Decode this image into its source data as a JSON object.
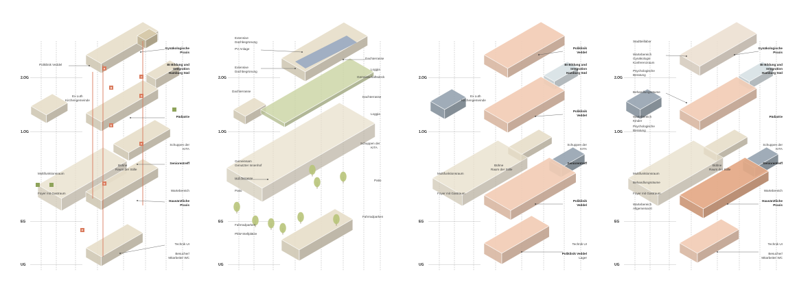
{
  "levels": [
    "2.OG",
    "1.OG",
    "EG",
    "UG"
  ],
  "colors": {
    "beige": "#e8dfca",
    "beige_dark": "#d6c9a9",
    "green": "#8ea35a",
    "green_light": "#cdd6a8",
    "salmon": "#f2cdb6",
    "salmon_dark": "#e4a986",
    "blue_grey": "#98a6b2",
    "blue_light": "#d9e2e6",
    "red_line": "#d97a5c"
  },
  "panel1": {
    "labels": [
      {
        "text": "Gynäkologische",
        "bold": true
      },
      {
        "text": "Praxis",
        "bold": true
      },
      {
        "text": "Poliklinik Veddel",
        "bold": false
      },
      {
        "text": "BI Bildung und",
        "bold": true
      },
      {
        "text": "Integration",
        "bold": true
      },
      {
        "text": "Hamburg Süd",
        "bold": true
      },
      {
        "text": "Ex Luth",
        "bold": false
      },
      {
        "text": "Kirchengemeinde",
        "bold": false
      },
      {
        "text": "Pädiatrie",
        "bold": true
      },
      {
        "text": "Schuppen der",
        "bold": false
      },
      {
        "text": "KITA",
        "bold": false
      },
      {
        "text": "Bühne",
        "bold": false
      },
      {
        "text": "Raum der Stille",
        "bold": false
      },
      {
        "text": "Seniorentreff",
        "bold": true
      },
      {
        "text": "Multifunktionsraum",
        "bold": false
      },
      {
        "text": "Foyer mit Gastraum",
        "bold": false
      },
      {
        "text": "Wartebereich",
        "bold": false
      },
      {
        "text": "Hausärztliche",
        "bold": true
      },
      {
        "text": "Praxis",
        "bold": true
      },
      {
        "text": "Technik UI",
        "bold": false
      },
      {
        "text": "Besucher/",
        "bold": false
      },
      {
        "text": "Mitarbeiter WC",
        "bold": false
      }
    ]
  },
  "panel2": {
    "labels": [
      {
        "text": "Extensive",
        "bold": false
      },
      {
        "text": "Dachbegrünung",
        "bold": false
      },
      {
        "text": "PV Anlage",
        "bold": false
      },
      {
        "text": "Extensive",
        "bold": false
      },
      {
        "text": "Dachbegrünung",
        "bold": false
      },
      {
        "text": "Dachterrasse",
        "bold": false
      },
      {
        "text": "Loggia",
        "bold": false
      },
      {
        "text": "Gemeinschaftsdeck",
        "bold": false
      },
      {
        "text": "Dachterrasse",
        "bold": false
      },
      {
        "text": "Dachterrasse",
        "bold": false
      },
      {
        "text": "Loggia",
        "bold": false
      },
      {
        "text": "Schuppen der",
        "bold": false
      },
      {
        "text": "KITA",
        "bold": false
      },
      {
        "text": "Gemeinsam",
        "bold": false
      },
      {
        "text": "Genutzter Innenhof",
        "bold": false
      },
      {
        "text": "Hof-Terrasse",
        "bold": false
      },
      {
        "text": "Patio",
        "bold": false
      },
      {
        "text": "Patio",
        "bold": false
      },
      {
        "text": "Fahrradparken",
        "bold": false
      },
      {
        "text": "Fahrradparken",
        "bold": false
      },
      {
        "text": "PkW-Stellplätze",
        "bold": false
      }
    ]
  },
  "panel3": {
    "labels": [
      {
        "text": "Poliklinik",
        "bold": true
      },
      {
        "text": "Veddel",
        "bold": true
      },
      {
        "text": "BI Bildung und",
        "bold": true
      },
      {
        "text": "Integration",
        "bold": true
      },
      {
        "text": "Hamburg Süd",
        "bold": true
      },
      {
        "text": "Ex Luth",
        "bold": false
      },
      {
        "text": "Kirchengemeinde",
        "bold": false
      },
      {
        "text": "Poliklinik",
        "bold": true
      },
      {
        "text": "Veddel",
        "bold": true
      },
      {
        "text": "Schuppen der",
        "bold": false
      },
      {
        "text": "KITA",
        "bold": false
      },
      {
        "text": "Bühne",
        "bold": false
      },
      {
        "text": "Raum der Stille",
        "bold": false
      },
      {
        "text": "Seniorentreff",
        "bold": true
      },
      {
        "text": "Multifunktionsraum",
        "bold": false
      },
      {
        "text": "Foyer mit Gastraum",
        "bold": false
      },
      {
        "text": "Poliklinik",
        "bold": true
      },
      {
        "text": "Veddel",
        "bold": true
      },
      {
        "text": "Technik UI",
        "bold": false
      },
      {
        "text": "Poliklinik Veddel",
        "bold": true
      },
      {
        "text": "Lager",
        "bold": false
      }
    ]
  },
  "panel4": {
    "labels": [
      {
        "text": "Stadtteillabor",
        "bold": false
      },
      {
        "text": "Gynäkologische",
        "bold": true
      },
      {
        "text": "Praxis",
        "bold": true
      },
      {
        "text": "Wartebereich",
        "bold": false
      },
      {
        "text": "Gynäkologie",
        "bold": false
      },
      {
        "text": "Konferenzraum",
        "bold": false
      },
      {
        "text": "Psychologische",
        "bold": false
      },
      {
        "text": "Beratung",
        "bold": false
      },
      {
        "text": "BI Bildung und",
        "bold": true
      },
      {
        "text": "Integration",
        "bold": true
      },
      {
        "text": "Hamburg Süd",
        "bold": true
      },
      {
        "text": "Behandlungsräume",
        "bold": false
      },
      {
        "text": "Wartebereich",
        "bold": false
      },
      {
        "text": "Kinder",
        "bold": false
      },
      {
        "text": "Pädiatrie",
        "bold": true
      },
      {
        "text": "Psychologische",
        "bold": false
      },
      {
        "text": "Beratung",
        "bold": false
      },
      {
        "text": "Schuppen der",
        "bold": false
      },
      {
        "text": "KITA",
        "bold": false
      },
      {
        "text": "Bühne",
        "bold": false
      },
      {
        "text": "Raum der Stille",
        "bold": false
      },
      {
        "text": "Seniorentreff",
        "bold": true
      },
      {
        "text": "Multifunktionsraum",
        "bold": false
      },
      {
        "text": "Behandlungsräume",
        "bold": false
      },
      {
        "text": "Foyer mit Gastraum",
        "bold": false
      },
      {
        "text": "Wartebereich",
        "bold": false
      },
      {
        "text": "Wartebereich",
        "bold": false
      },
      {
        "text": "Allgemeinarzt",
        "bold": false
      },
      {
        "text": "Hausärztliche",
        "bold": true
      },
      {
        "text": "Praxis",
        "bold": true
      },
      {
        "text": "Technik UI",
        "bold": false
      },
      {
        "text": "Besucher/",
        "bold": false
      },
      {
        "text": "Mitarbeiter WC",
        "bold": false
      }
    ]
  },
  "markers": [
    "A",
    "B",
    "C",
    "D",
    "E",
    "F",
    "G",
    "P"
  ]
}
